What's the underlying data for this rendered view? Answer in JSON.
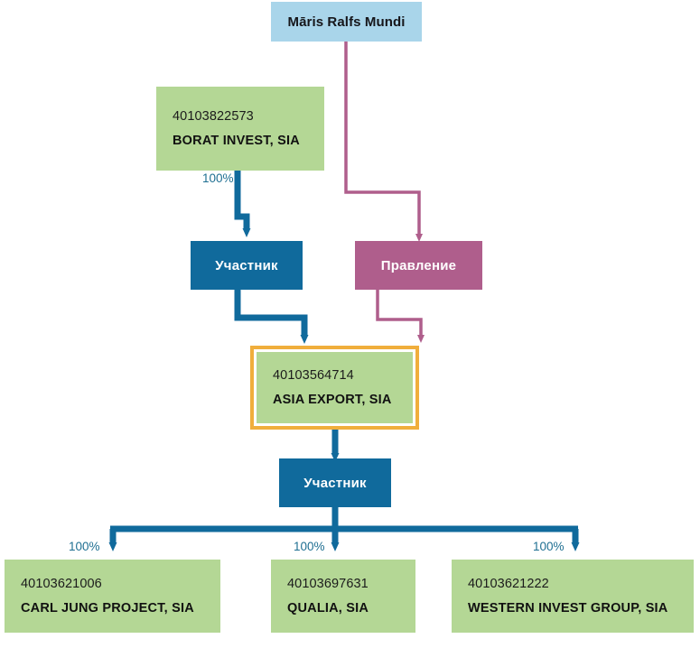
{
  "diagram": {
    "type": "ownership-structure-chart",
    "colors": {
      "person_box": "#a9d5ea",
      "company_box": "#b4d795",
      "role_member_box": "#106a9c",
      "role_board_box": "#af5e8c",
      "focus_highlight": "#f0ae3c",
      "edge_blue": "#106a9c",
      "edge_magenta": "#af5e8c",
      "label_text": "#1f6f92",
      "background": "#ffffff"
    },
    "nodes": {
      "person_top": {
        "name": "Māris Ralfs Mundi",
        "kind": "person"
      },
      "company_borat": {
        "regnum": "40103822573",
        "name": "BORAT INVEST, SIA",
        "kind": "company"
      },
      "role_member_upper": {
        "label": "Участник",
        "kind": "role"
      },
      "role_board": {
        "label": "Правление",
        "kind": "role"
      },
      "company_focus": {
        "regnum": "40103564714",
        "name": "ASIA EXPORT, SIA",
        "kind": "company",
        "highlighted": true
      },
      "role_member_lower": {
        "label": "Участник",
        "kind": "role"
      },
      "company_carl_jung": {
        "regnum": "40103621006",
        "name": "CARL JUNG PROJECT, SIA",
        "kind": "company"
      },
      "company_qualia": {
        "regnum": "40103697631",
        "name": "QUALIA, SIA",
        "kind": "company"
      },
      "company_western": {
        "regnum": "40103621222",
        "name": "WESTERN INVEST GROUP, SIA",
        "kind": "company"
      }
    },
    "edge_labels": {
      "borat_to_member": "100%",
      "to_carl_jung": "100%",
      "to_qualia": "100%",
      "to_western": "100%"
    }
  }
}
